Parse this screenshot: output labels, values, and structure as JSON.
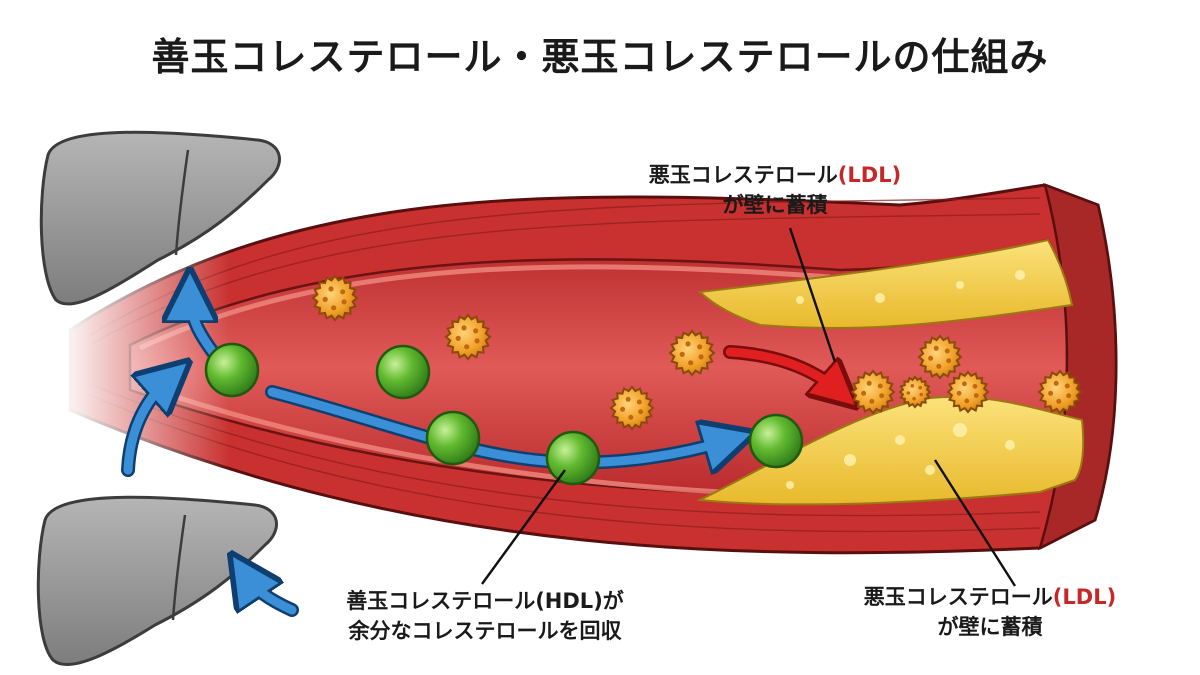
{
  "title": "善玉コレステロール・悪玉コレステロールの仕組み",
  "labels": {
    "ldl_top": {
      "line1": "悪玉コレステロール",
      "line1_accent": "(LDL)",
      "line2": "が壁に蓄積"
    },
    "ldl_bottom": {
      "line1": "悪玉コレステロール",
      "line1_accent": "(LDL)",
      "line2": "が壁に蓄積"
    },
    "hdl": {
      "line1": "善玉コレステロール(HDL)が",
      "line2": "余分なコレステロールを回収"
    }
  },
  "colors": {
    "vessel_outer": "#c8312f",
    "vessel_lumen": "#d8484a",
    "vessel_wall_light": "#e9706a",
    "plaque": "#f2d24a",
    "hdl_particle": "#5cb82e",
    "ldl_particle": "#f0a028",
    "flow_arrow": "#3a8fd6",
    "deposit_arrow": "#e02020",
    "liver": "#9a9a9a",
    "ldl_accent_text": "#c62828"
  },
  "icons": [
    "liver-icon",
    "flow-arrow-icon",
    "deposit-arrow-icon",
    "hdl-particle-icon",
    "ldl-particle-icon"
  ]
}
